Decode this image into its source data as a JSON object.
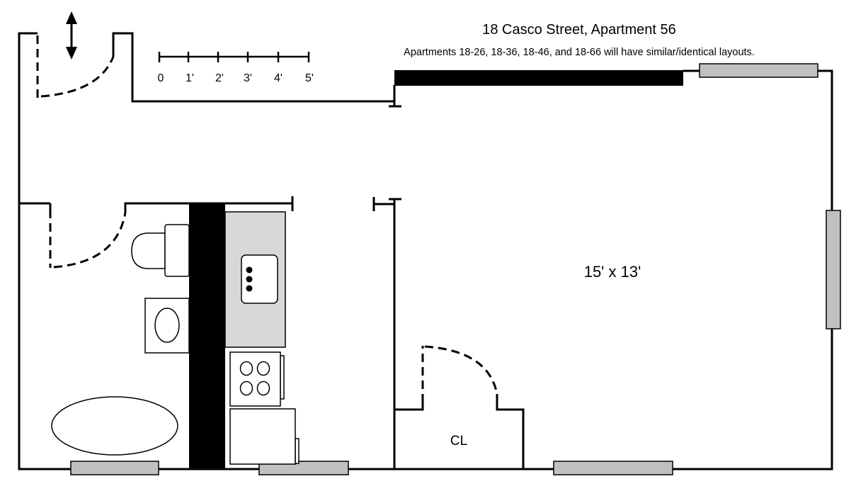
{
  "header": {
    "title": "18 Casco Street, Apartment 56",
    "subtitle": "Apartments 18-26, 18-36, 18-46, and 18-66 will have similar/identical layouts."
  },
  "scale": {
    "labels": [
      "0",
      "1'",
      "2'",
      "3'",
      "4'",
      "5'"
    ]
  },
  "rooms": {
    "main_dimensions": "15' x 13'",
    "closet_label": "CL"
  },
  "colors": {
    "window": "#c0c0c0",
    "counter": "#d8d8d8",
    "wall": "#000000"
  }
}
